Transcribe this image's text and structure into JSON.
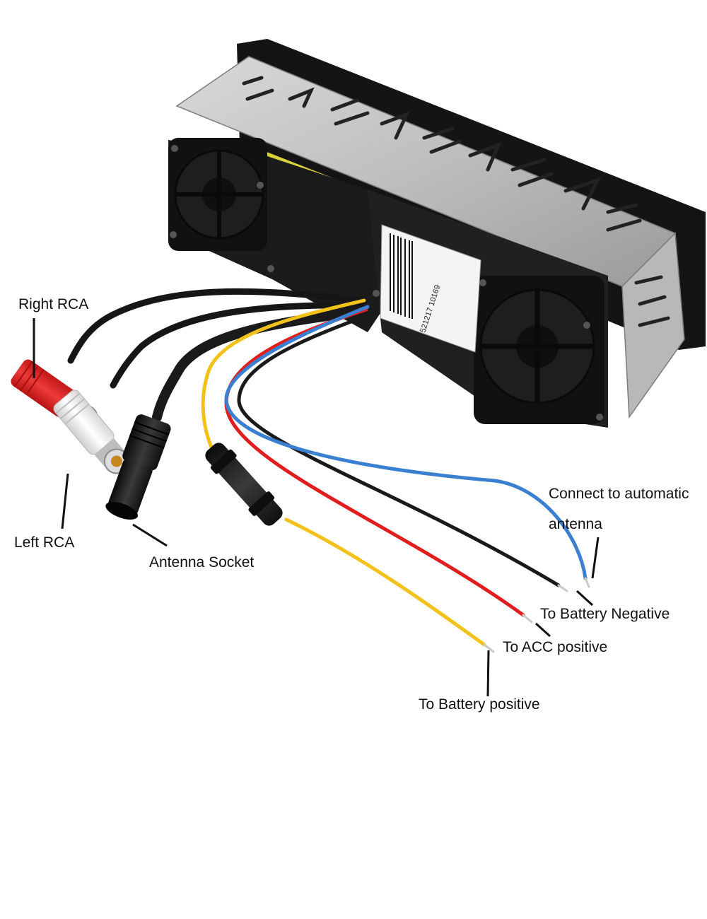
{
  "labels": {
    "right_rca": "Right RCA",
    "left_rca": "Left RCA",
    "antenna_socket": "Antenna Socket",
    "auto_antenna_line1": "Connect to automatic",
    "auto_antenna_line2": "antenna",
    "battery_negative": "To Battery Negative",
    "acc_positive": "To ACC positive",
    "battery_positive": "To Battery positive"
  },
  "device_label": {
    "serial": "2 521217 10169"
  },
  "wire_colors": {
    "antenna_control": "#3b7fd0",
    "battery_negative": "#1a1a1a",
    "acc_positive": "#e01e1e",
    "battery_positive": "#f2c21b"
  }
}
